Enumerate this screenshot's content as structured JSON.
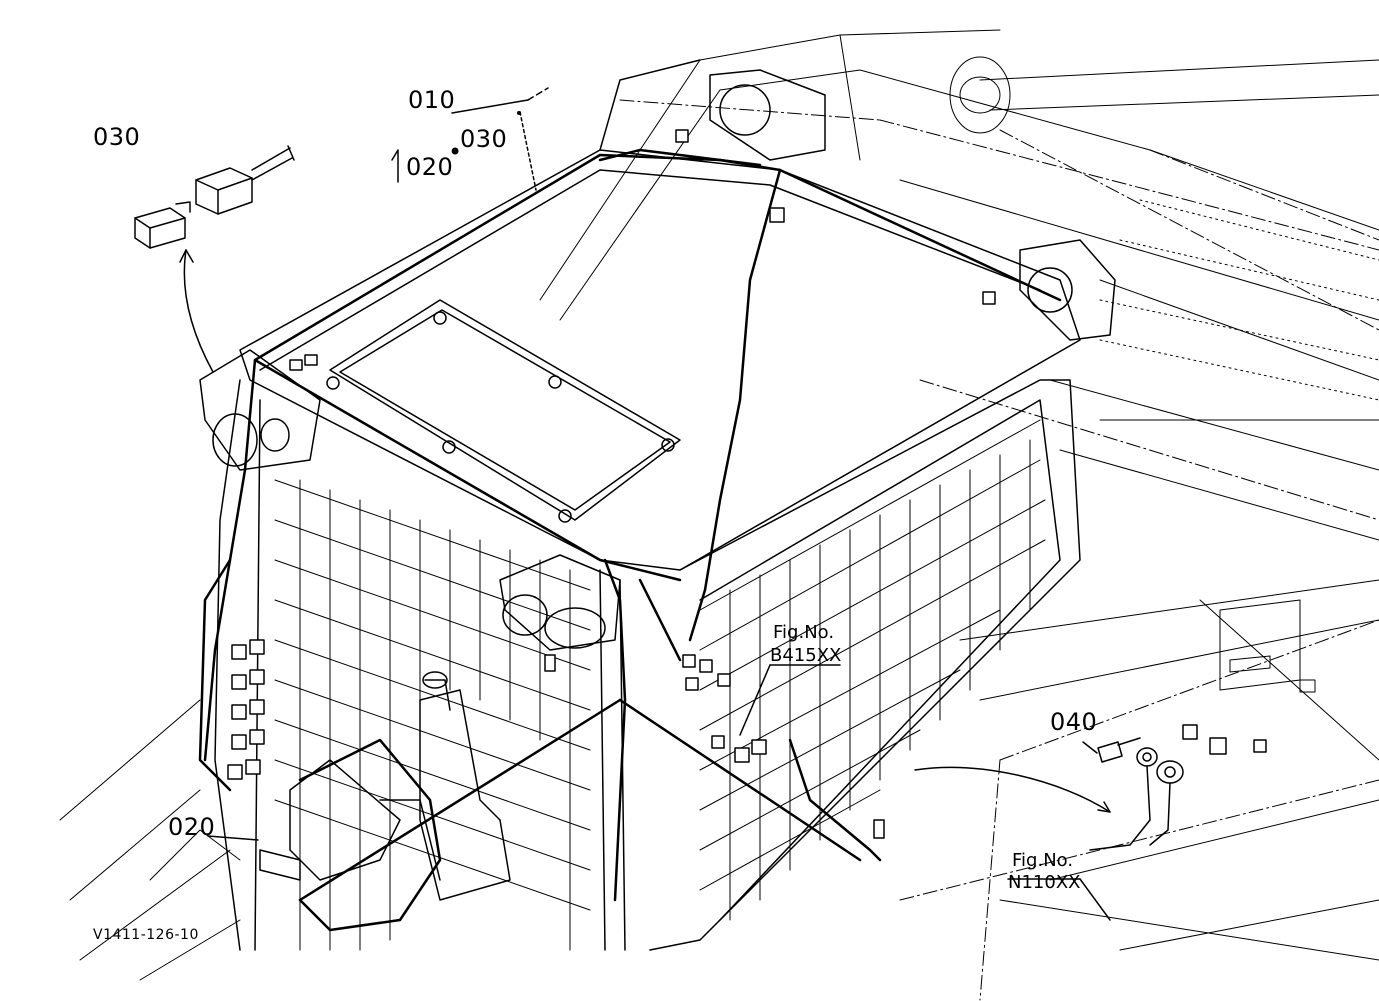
{
  "diagram": {
    "parts": {
      "p010": "010",
      "p020_top": "020",
      "p030_top": "030",
      "p030_left": "030",
      "p040": "040",
      "p020_bottom": "020"
    },
    "separator_dot": "•",
    "figrefs": {
      "b415_line1": "Fig.No.",
      "b415_line2": "B415XX",
      "n110_line1": "Fig.No.",
      "n110_line2": "N110XX"
    },
    "drawing_code": "V1411-126-10"
  }
}
